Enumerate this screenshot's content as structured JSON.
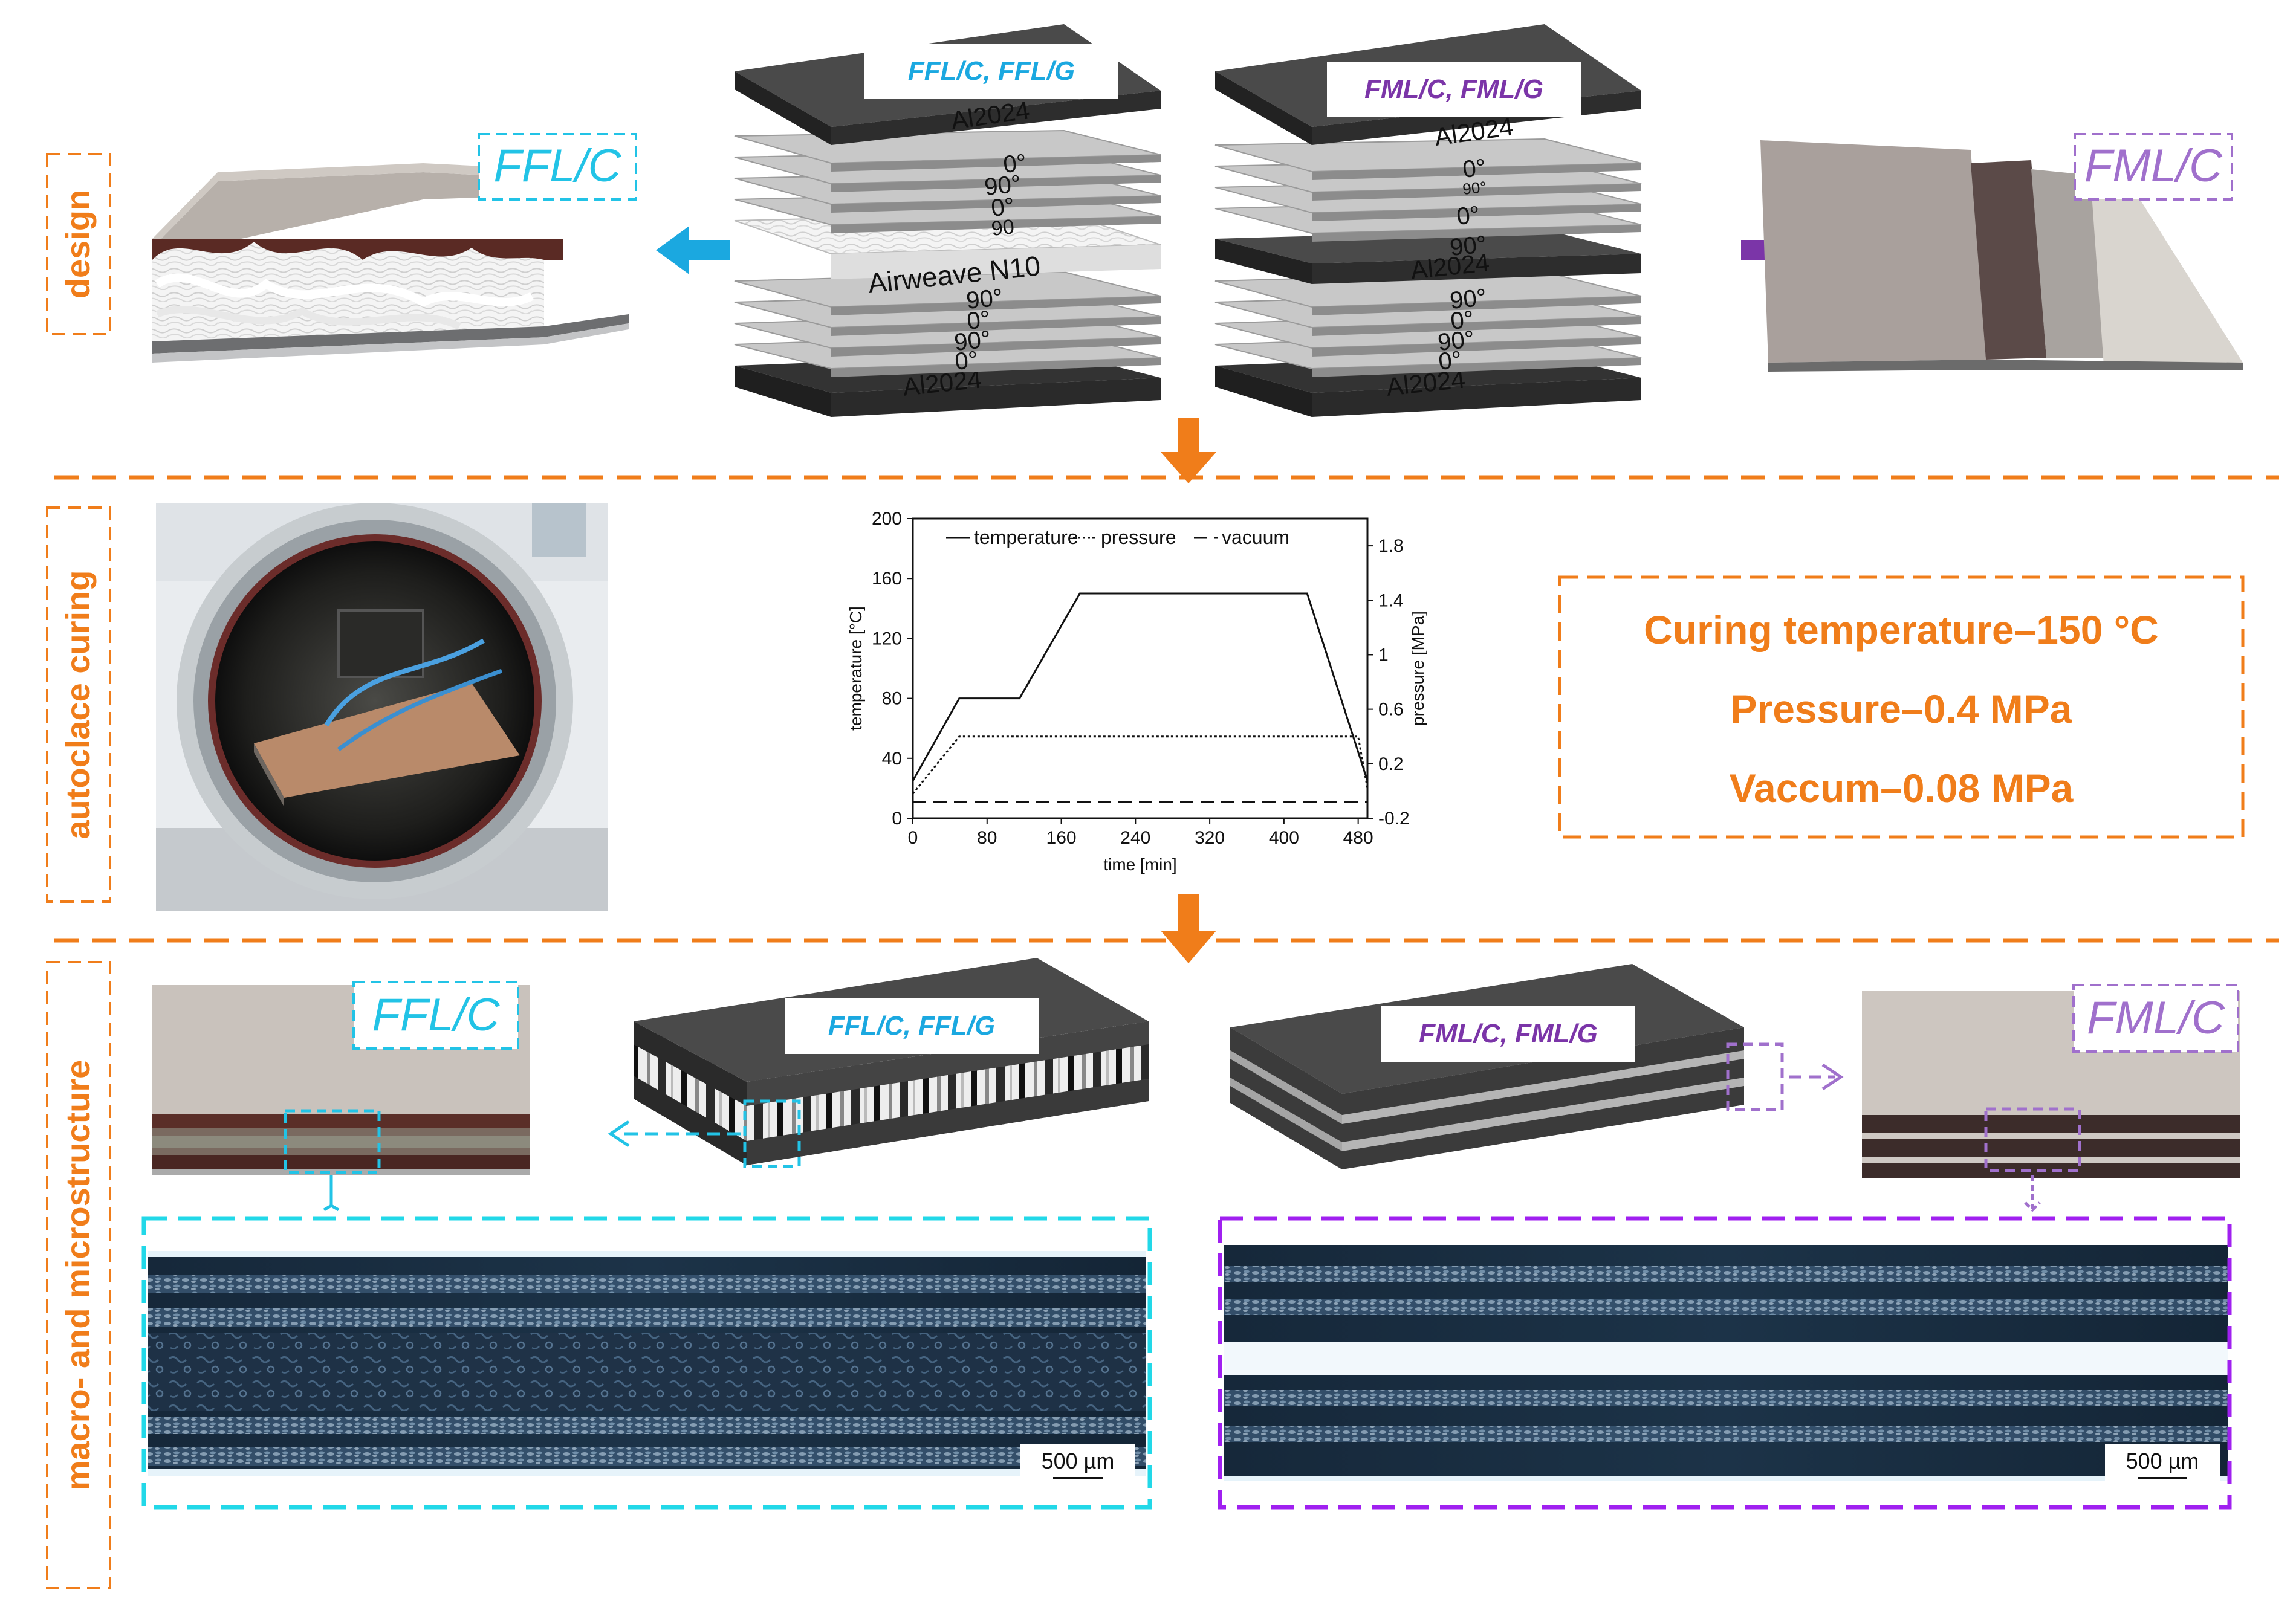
{
  "stage_labels": {
    "design": "design",
    "curing": "autoclace curing",
    "micro": "macro- and microstructure"
  },
  "design": {
    "photo_left_label": "FFL/C",
    "photo_right_label": "FML/C",
    "stack_left_title": "FFL/C, FFL/G",
    "stack_right_title": "FML/C, FML/G",
    "stack_left_layers": [
      "Al2024",
      "0°",
      "90°",
      "0°",
      "90",
      "Airweave N10",
      "90°",
      "0°",
      "90°",
      "0°",
      "Al2024"
    ],
    "stack_right_layers": [
      "Al2024",
      "0°",
      "90°",
      "0°",
      "90°",
      "Al2024",
      "90°",
      "0°",
      "90°",
      "0°",
      "Al2024"
    ]
  },
  "curing": {
    "conditions": [
      "Curing temperature–150 °C",
      "Pressure–0.4 MPa",
      "Vaccum–0.08 MPa"
    ]
  },
  "micro": {
    "stack_left_title": "FFL/C, FFL/G",
    "stack_right_title": "FML/C, FML/G",
    "photo_left_label": "FFL/C",
    "photo_right_label": "FML/C",
    "scalebar_left": "500 µm",
    "scalebar_right": "500 µm"
  },
  "colors": {
    "orange": "#f07d1a",
    "cyan": "#22c3e6",
    "blue_arrow": "#1ba8e0",
    "purple": "#7b35a8",
    "purple_dash": "#a070cc",
    "micro_purple": "#a020f0"
  },
  "chart_data": {
    "type": "line",
    "xlabel": "time [min]",
    "ylabel": "temperature [°C]",
    "y2label": "pressure [MPa]",
    "xlim": [
      0,
      490
    ],
    "ylim": [
      0,
      200
    ],
    "y2lim": [
      -0.2,
      2.0
    ],
    "xticks": [
      "0",
      "80",
      "160",
      "240",
      "320",
      "400",
      "480"
    ],
    "yticks": [
      "0",
      "40",
      "80",
      "120",
      "160",
      "200"
    ],
    "y2ticks": [
      "-0.2",
      "0.2",
      "0.6",
      "1",
      "1.4",
      "1.8"
    ],
    "legend_position": "top",
    "series": [
      {
        "name": "temperature",
        "axis": "left",
        "style": "solid",
        "x": [
          0,
          50,
          115,
          180,
          425,
          490
        ],
        "y": [
          25,
          80,
          80,
          150,
          150,
          25
        ]
      },
      {
        "name": "pressure",
        "axis": "right",
        "style": "dotted",
        "x": [
          0,
          50,
          480,
          490
        ],
        "y": [
          -0.02,
          0.4,
          0.4,
          0.02
        ]
      },
      {
        "name": "vacuum",
        "axis": "right",
        "style": "dashed",
        "x": [
          0,
          490
        ],
        "y": [
          -0.08,
          -0.08
        ]
      }
    ]
  }
}
